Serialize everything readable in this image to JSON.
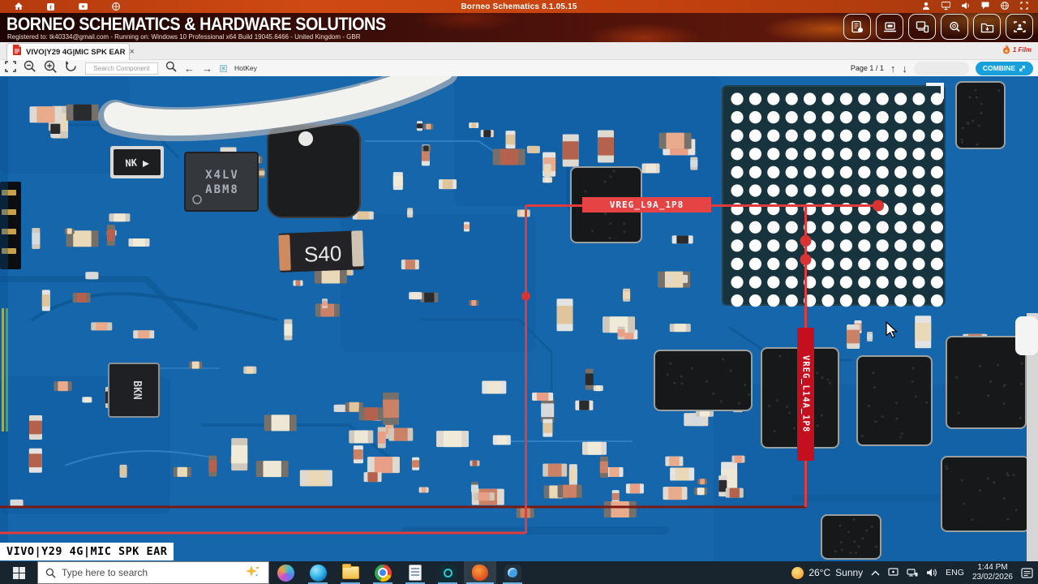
{
  "window": {
    "title": "Borneo Schematics 8.1.05.15"
  },
  "header": {
    "title": "BORNEO SCHEMATICS & HARDWARE SOLUTIONS",
    "subtitle": "Registered to: tk40334@gmail.com - Running on: Windows 10 Professional x64 Build 19045.6466 - United Kingdom - GBR"
  },
  "tab_bar": {
    "active_tab": "VIVO|Y29 4G|MIC SPK EAR",
    "close_icon": "×",
    "files_badge": "1 Film"
  },
  "toolbar": {
    "search_placeholder": "Search Component",
    "hotkey_check": "×",
    "hotkey": "HotKey",
    "page": "Page 1 / 1",
    "combine": "COMBINE",
    "icons": {
      "back": "←",
      "forward": "→",
      "page_up": "↑",
      "page_down": "↓"
    }
  },
  "viewer": {
    "board_label": "VIVO|Y29 4G|MIC SPK EAR",
    "net_label_horizontal": "VREG_L9A_1P8",
    "net_label_vertical": "VREG_L14A_1P8",
    "component_markings": {
      "nk": "NK",
      "ic_line1": "X4LV",
      "ic_line2": "ABM8",
      "s40": "S40",
      "bkn": "BKN"
    }
  },
  "taskbar": {
    "search_placeholder": "Type here to search",
    "weather": {
      "temp": "26°C",
      "condition": "Sunny"
    },
    "language": "ENG",
    "time": "1:44 PM",
    "date": "23/02/2026"
  },
  "colors": {
    "accent_blue": "#18a0dc",
    "annotation_red": "#e23b3b",
    "net_banner_red": "#e64444",
    "net_banner_dark_red": "#c40f1e",
    "pcb_blue": "#1566ab",
    "taskbar_bg": "#18242e",
    "titlebar_orange": "#c4420f"
  }
}
